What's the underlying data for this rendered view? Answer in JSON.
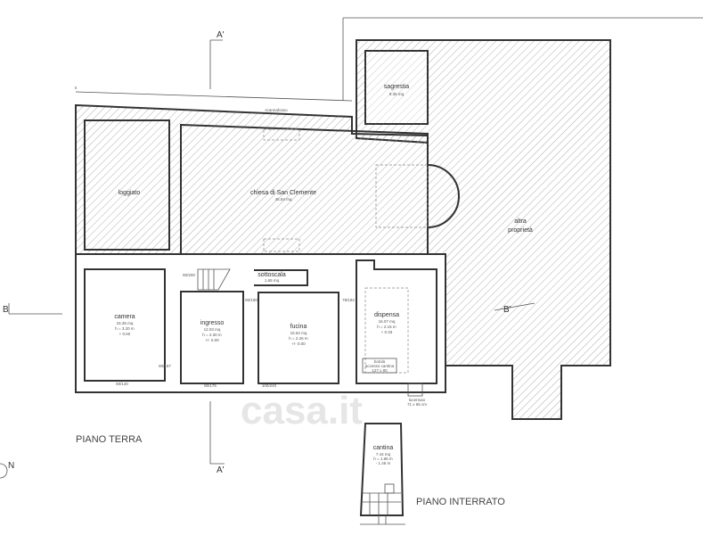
{
  "plan": {
    "ground_floor_title": "PIANO TERRA",
    "basement_title": "PIANO INTERRATO",
    "north_label": "N",
    "section_a_top": "A'",
    "section_a_bottom": "A'",
    "section_b_left": "B",
    "section_b_right": "B'",
    "watermark": "casa.it",
    "colors": {
      "hatch": "#999999",
      "wall": "#333333"
    }
  },
  "rooms": {
    "scannafosso": "scannafosso",
    "sagrestia": {
      "name": "sagrestia",
      "area": "9.36 mq"
    },
    "loggiato": {
      "name": "loggiato"
    },
    "chiesa": {
      "name": "chiesa di San Clemente",
      "area": "45.54 mq"
    },
    "altra": {
      "line1": "altra",
      "line2": "proprietà"
    },
    "sottoscala": {
      "name": "sottoscala",
      "area": "1.65 mq"
    },
    "camera": {
      "name": "camera",
      "area": "15.36 mq",
      "h": "h = 3.20 m",
      "level": "+ 0.60"
    },
    "ingresso": {
      "name": "ingresso",
      "area": "12.03 mq",
      "h": "h = 2.30 m",
      "level": "+/- 0.00"
    },
    "fucina": {
      "name": "fucina",
      "area": "15.62 mq",
      "h": "h = 2.26 m",
      "level": "+/- 0.00"
    },
    "dispensa": {
      "name": "dispensa",
      "area": "16.07 mq",
      "h": "h = 2.15 m",
      "level": "+ 0.33"
    },
    "botola": {
      "line1": "botola",
      "line2": "accesso cantina",
      "line3": "127 x 80"
    },
    "lucernaio": {
      "line1": "lucernaio",
      "line2": "71 x 65 cm"
    },
    "cantina": {
      "name": "cantina",
      "area": "7.44 mq",
      "h": "h = 1.86 m",
      "level": "- 1.46 m"
    }
  },
  "doors": [
    "80/200",
    "90/190",
    "78/192",
    "80/197",
    "80/175",
    "100/240",
    "80/140"
  ]
}
